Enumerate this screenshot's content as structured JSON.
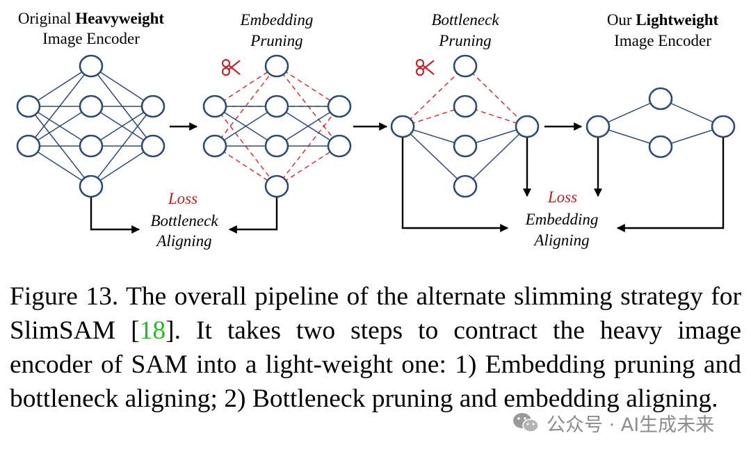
{
  "figure": {
    "stage1_title_prefix": "Original ",
    "stage1_title_bold": "Heavyweight",
    "stage1_title_line2": "Image Encoder",
    "stage2_title_line1": "Embedding",
    "stage2_title_line2": "Pruning",
    "stage3_title_line1": "Bottleneck",
    "stage3_title_line2": "Pruning",
    "stage4_title_prefix": "Our ",
    "stage4_title_bold": "Lightweight",
    "stage4_title_line2": "Image Encoder",
    "loss1_label": "Loss",
    "loss1_line1": "Bottleneck",
    "loss1_line2": "Aligning",
    "loss2_label": "Loss",
    "loss2_line1": "Embedding",
    "loss2_line2": "Aligning",
    "scissors_icon": "scissors-icon",
    "colors": {
      "node_stroke": "#2c4a78",
      "pruned_edge": "#d0312d",
      "loss_text": "#b8201a",
      "citation": "#1fbf1f"
    }
  },
  "caption": {
    "part1": "Figure 13. The overall pipeline of the alternate slimming strategy for SlimSAM [",
    "citation": "18",
    "part2": "]. It takes two steps to contract the heavy im­age encoder of SAM into a light-weight one: 1) Embedding prun­ing and bottleneck aligning; 2) Bottleneck pruning and embedding aligning."
  },
  "watermark": {
    "icon": "wechat-icon",
    "text": "公众号 · AI生成未来"
  }
}
